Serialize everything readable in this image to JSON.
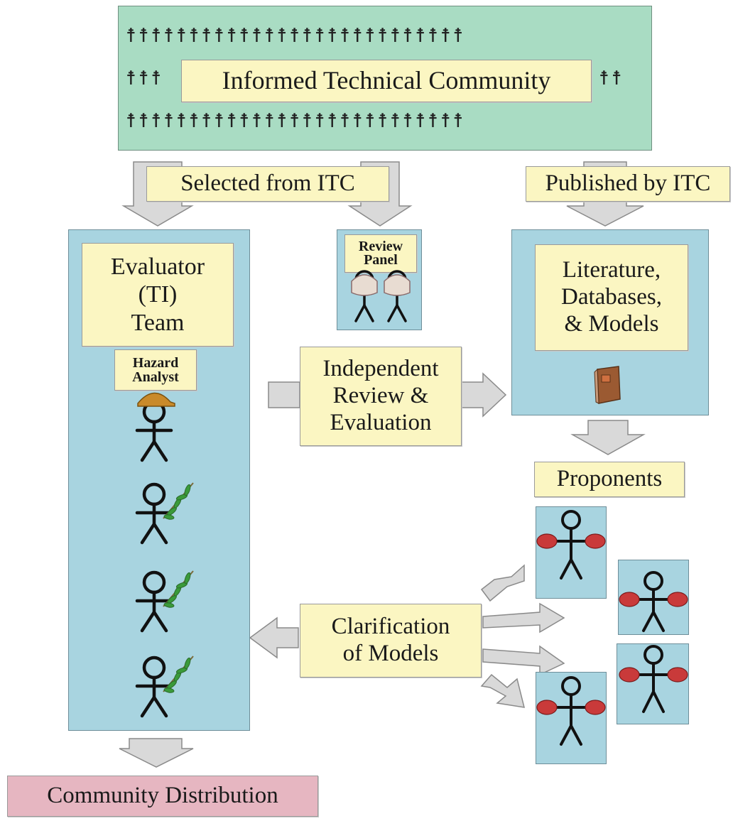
{
  "itc": {
    "title": "Informed Technical Community",
    "people_row_1": "☨☨☨☨☨☨☨☨☨☨☨☨☨☨☨☨☨☨☨☨☨☨☨☨☨☨☨",
    "people_row_2": "☨☨☨",
    "people_row_2b": "☨☨",
    "people_row_3": "☨☨☨☨☨☨☨☨☨☨☨☨☨☨☨☨☨☨☨☨☨☨☨☨☨☨☨"
  },
  "labels": {
    "selected": "Selected from ITC",
    "published": "Published by ITC",
    "evaluator": "Evaluator\n(TI)\nTeam",
    "hazard": "Hazard\nAnalyst",
    "review_panel": "Review\nPanel",
    "literature": "Literature,\nDatabases,\n& Models",
    "independent": "Independent\nReview &\nEvaluation",
    "proponents": "Proponents",
    "clarification": "Clarification\nof Models",
    "community": "Community Distribution"
  },
  "colors": {
    "itc_fill": "#a9dcc3",
    "panel_fill": "#a8d4e0",
    "label_fill": "#fbf6c2",
    "community_fill": "#e6b6c1",
    "arrow_fill": "#d9d9d9",
    "helmet": "#c98a2a",
    "leaf": "#3a9a3a",
    "glove": "#c93a3a",
    "book": "#9b5a32"
  },
  "icons": [
    "stick-figure-icon",
    "hard-hat-icon",
    "olive-branch-icon",
    "boxing-glove-icon",
    "book-icon",
    "scroll-icon"
  ]
}
